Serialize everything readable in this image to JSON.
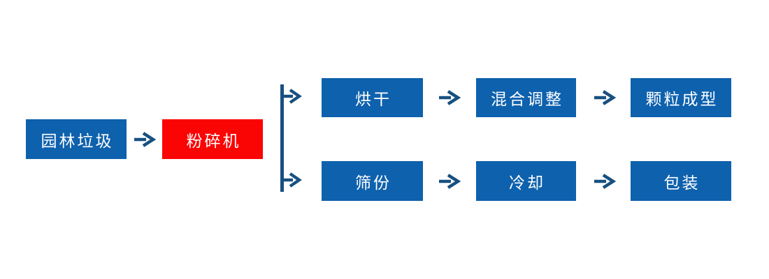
{
  "colors": {
    "node_blue": "#0e61ad",
    "node_red": "#fb0404",
    "connector_navy": "#175081",
    "node_text": "#ffffff",
    "background": "#ffffff"
  },
  "nodes": {
    "garden_waste": "园林垃圾",
    "crusher": "粉碎机",
    "drying": "烘干",
    "mix_adjust": "混合调整",
    "pellet_forming": "颗粒成型",
    "screening": "筛份",
    "cooling": "冷却",
    "packaging": "包装"
  },
  "branches": {
    "top": [
      "烘干",
      "混合调整",
      "颗粒成型"
    ],
    "bottom": [
      "筛份",
      "冷却",
      "包装"
    ]
  }
}
